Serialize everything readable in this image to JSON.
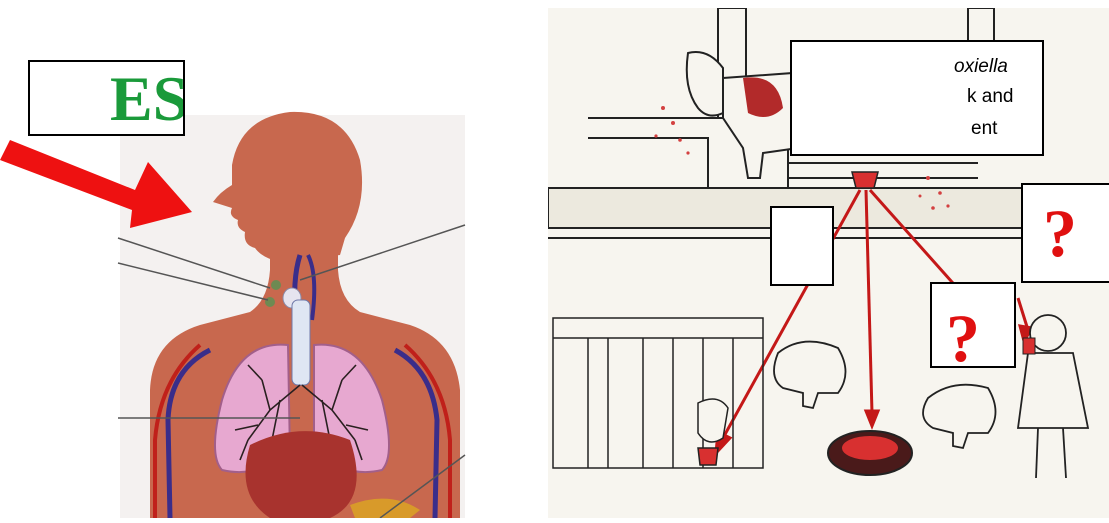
{
  "left_figure": {
    "label_box_text": "ES",
    "label_box_color": "#1a9a3a",
    "arrow_color": "#ee1111",
    "body_color": "#c8684e",
    "lung_color": "#e7a8d0",
    "vein_color": "#3a2d8a"
  },
  "right_figure": {
    "caption_lines": [
      "oxiella",
      "k and",
      "ent"
    ],
    "caption_italic_line": "oxiella",
    "question_marks": [
      "?",
      "?"
    ],
    "arrow_color": "#c41818",
    "milk_color": "#d83030"
  }
}
